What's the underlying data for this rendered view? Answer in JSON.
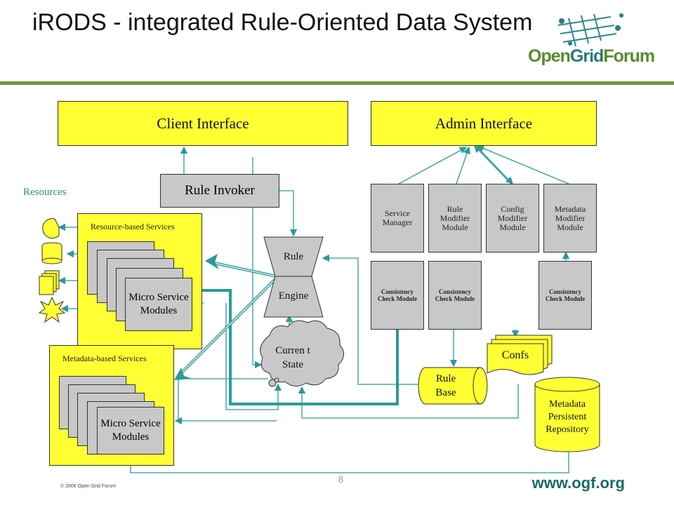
{
  "title": "iRODS - integrated Rule-Oriented Data System",
  "logo": {
    "name": "OpenGridForum",
    "part1": "Open",
    "part2": "Grid",
    "part3": "Forum"
  },
  "footer": {
    "url": "www.ogf.org",
    "copyright": "© 2006 Open Grid Forum",
    "page_number": "8"
  },
  "diagram": {
    "client_interface": "Client Interface",
    "admin_interface": "Admin Interface",
    "rule_invoker": "Rule Invoker",
    "resources_label": "Resources",
    "resource_services": "Resource-based Services",
    "metadata_services": "Metadata-based Services",
    "micro_service_modules": "Micro Service Modules",
    "rule_engine_top": "Rule",
    "rule_engine_bottom": "Engine",
    "current_state": "Curren t State",
    "service_manager": "Service Manager",
    "rule_modifier": "Rule Modifier Module",
    "config_modifier": "Config Modifier Module",
    "metadata_modifier": "Metadata Modifier Module",
    "consistency_check": "Consistency Check Module",
    "rule_base": "Rule Base",
    "confs": "Confs",
    "metadata_repository": "Metadata Persistent Repository",
    "colors": {
      "yellow": "#ffff33",
      "gray": "#c8c8c8",
      "teal": "#2a9a9a",
      "green_dark": "#5a8a2a"
    }
  }
}
